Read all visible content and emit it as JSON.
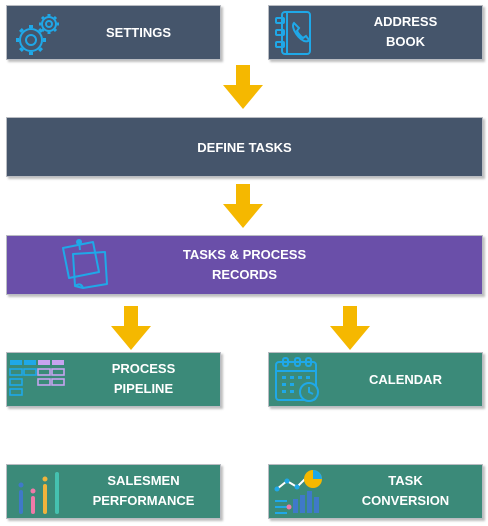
{
  "boxes": {
    "settings": "SETTINGS",
    "address_book": [
      "ADDRESS",
      "BOOK"
    ],
    "define_tasks": "DEFINE TASKS",
    "tasks_process_records": [
      "TASKS & PROCESS",
      "RECORDS"
    ],
    "process_pipeline": [
      "PROCESS",
      "PIPELINE"
    ],
    "calendar": "CALENDAR",
    "salesmen_performance": [
      "SALESMEN",
      "PERFORMANCE"
    ],
    "task_conversion": [
      "TASK",
      "CONVERSION"
    ]
  },
  "colors": {
    "slate": "#45556b",
    "purple": "#6a4fa9",
    "teal": "#3b8a79",
    "arrow": "#f5b800",
    "icon_blue": "#1fa8e8"
  },
  "icons": {
    "settings": "gears-icon",
    "address_book": "address-book-icon",
    "tasks_process_records": "sticky-notes-icon",
    "process_pipeline": "kanban-board-icon",
    "calendar": "calendar-clock-icon",
    "salesmen_performance": "bar-chart-icon",
    "task_conversion": "dashboard-chart-icon"
  }
}
